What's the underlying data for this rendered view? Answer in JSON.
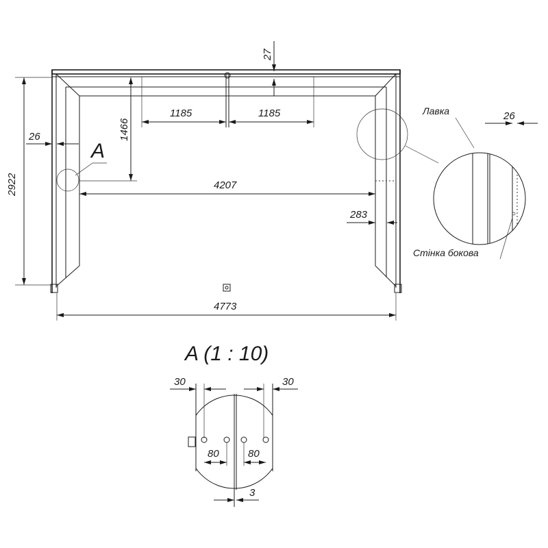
{
  "drawing": {
    "dimensions": {
      "top_gap": "27",
      "span_left": "1185",
      "span_right": "1185",
      "height_to_detail": "1466",
      "wall_offset": "26",
      "overall_height": "2922",
      "inner_width": "4207",
      "bench_depth": "283",
      "overall_width": "4773"
    },
    "detail_marker": "A",
    "callout": {
      "bench_label": "Лавка",
      "bench_gap": "26",
      "side_wall_label": "Стінка бокова"
    },
    "detail_view": {
      "title": "A (1 : 10)",
      "left_edge": "30",
      "right_edge": "30",
      "left_spacing": "80",
      "right_spacing": "80",
      "center_gap": "3"
    }
  }
}
